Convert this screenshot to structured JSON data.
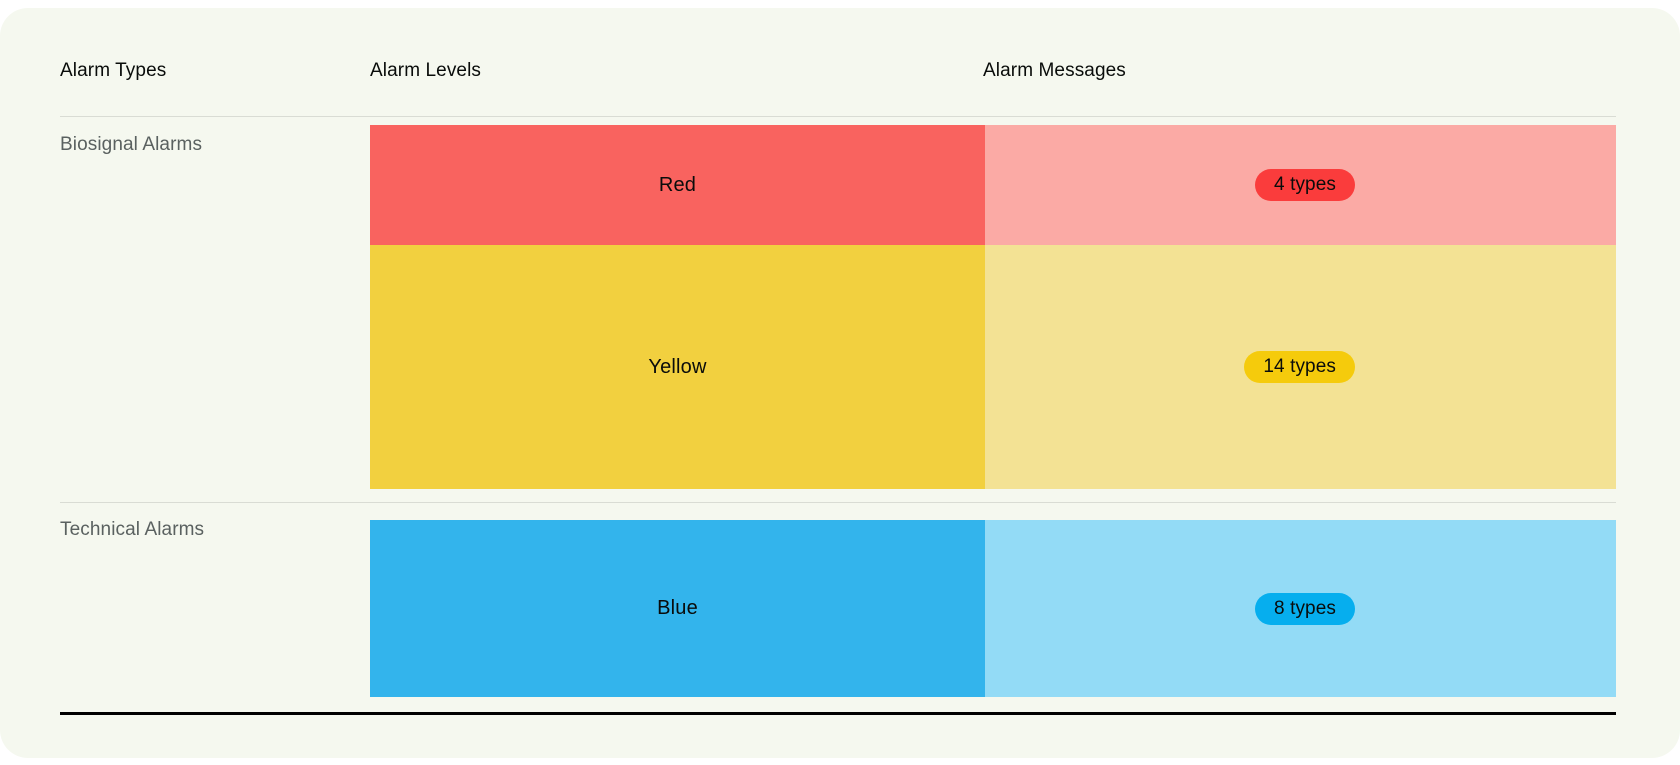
{
  "table": {
    "headers": {
      "types": "Alarm Types",
      "levels": "Alarm Levels",
      "messages": "Alarm Messages"
    },
    "groups": [
      {
        "label": "Biosignal Alarms",
        "rows": [
          {
            "level": "Red",
            "badge": "4 types",
            "level_color": "#f9635f",
            "message_color": "#fbaaa5",
            "badge_color": "#fa3c3c"
          },
          {
            "level": "Yellow",
            "badge": "14 types",
            "level_color": "#f2d03f",
            "message_color": "#f3e294",
            "badge_color": "#f5cb0c"
          }
        ]
      },
      {
        "label": "Technical Alarms",
        "rows": [
          {
            "level": "Blue",
            "badge": "8 types",
            "level_color": "#33b4ec",
            "message_color": "#93dbf6",
            "badge_color": "#06aeee"
          }
        ]
      }
    ],
    "colors": {
      "card_background": "#f5f8ef",
      "page_background": "#ffffff",
      "rule_light": "#d9dcd4",
      "rule_strong": "#000000",
      "header_text": "#090c0a",
      "group_label_text": "#5a6160"
    }
  }
}
